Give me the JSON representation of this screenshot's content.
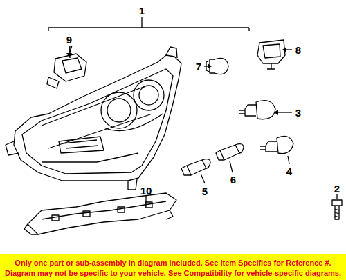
{
  "diagram": {
    "labels": [
      "1",
      "9",
      "7",
      "8",
      "3",
      "2",
      "4",
      "6",
      "5",
      "10",
      "Only one part or sub-assembly in diagram included. See Item Specifics for Reference #.",
      "Diagram may not be specific to your vehicle. See Compatibility for vehicle-specific diagrams."
    ]
  }
}
